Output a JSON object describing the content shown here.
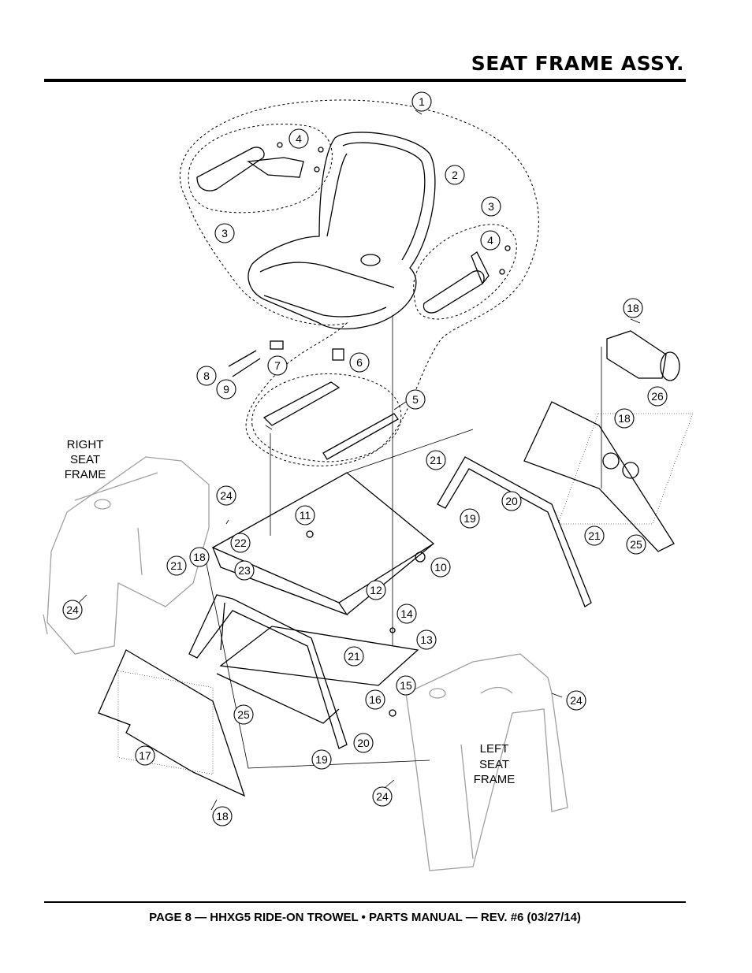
{
  "header": {
    "title": "SEAT FRAME ASSY."
  },
  "footer": {
    "text": "PAGE 8 — HHXG5 RIDE-ON TROWEL • PARTS MANUAL — REV. #6 (03/27/14)"
  },
  "diagram": {
    "frame_labels": {
      "right": [
        "RIGHT",
        "SEAT",
        "FRAME"
      ],
      "left": [
        "LEFT",
        "SEAT",
        "FRAME"
      ]
    },
    "callouts": [
      "1",
      "4",
      "2",
      "3",
      "3",
      "4",
      "18",
      "7",
      "6",
      "8",
      "9",
      "5",
      "26",
      "18",
      "21",
      "20",
      "19",
      "21",
      "25",
      "24",
      "11",
      "22",
      "18",
      "21",
      "23",
      "12",
      "10",
      "24",
      "14",
      "13",
      "21",
      "16",
      "15",
      "24",
      "25",
      "17",
      "19",
      "20",
      "24",
      "18"
    ]
  }
}
